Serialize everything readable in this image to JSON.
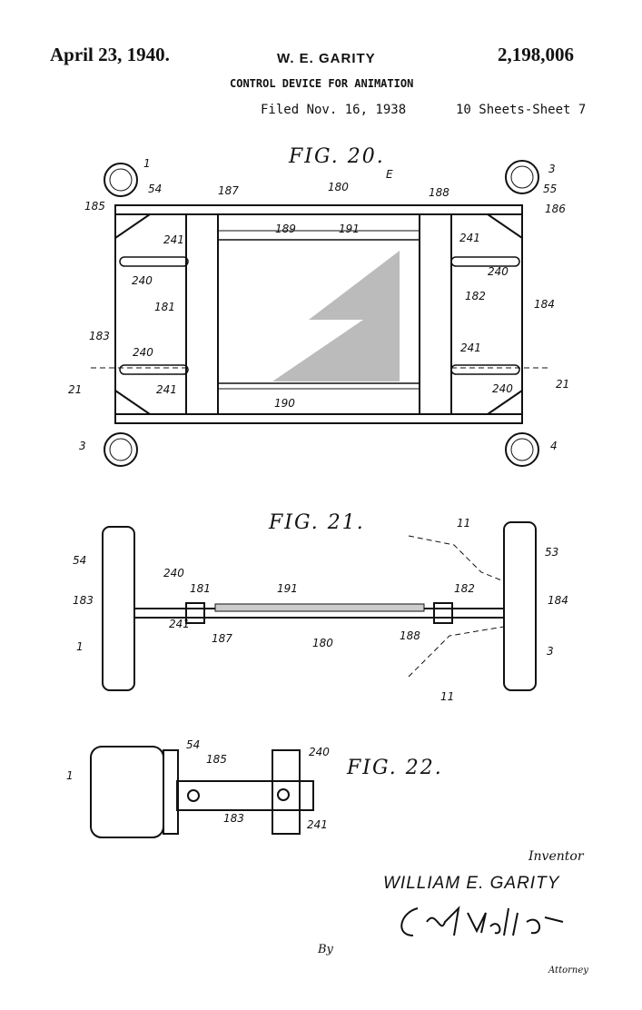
{
  "header": {
    "date": "April 23, 1940.",
    "inventor_short": "W. E. GARITY",
    "patent_number": "2,198,006",
    "title": "CONTROL DEVICE FOR ANIMATION",
    "filed": "Filed Nov. 16, 1938",
    "sheets": "10 Sheets-Sheet 7"
  },
  "figures": {
    "fig20": {
      "label": "FIG. 20.",
      "refs": [
        "1",
        "3",
        "3",
        "4",
        "54",
        "55",
        "185",
        "186",
        "187",
        "180",
        "E",
        "188",
        "189",
        "191",
        "241",
        "240",
        "241",
        "240",
        "181",
        "182",
        "184",
        "183",
        "240",
        "241",
        "21",
        "21",
        "241",
        "240",
        "190"
      ]
    },
    "fig21": {
      "label": "FIG. 21.",
      "refs": [
        "11",
        "54",
        "53",
        "240",
        "181",
        "191",
        "182",
        "183",
        "184",
        "1",
        "241",
        "187",
        "180",
        "188",
        "3",
        "11"
      ]
    },
    "fig22": {
      "label": "FIG. 22.",
      "refs": [
        "54",
        "185",
        "240",
        "1",
        "183",
        "241"
      ]
    }
  },
  "signature": {
    "inventor_label": "Inventor",
    "inventor_name": "WILLIAM E. GARITY",
    "by_label": "By",
    "attorney_label": "Attorney"
  }
}
